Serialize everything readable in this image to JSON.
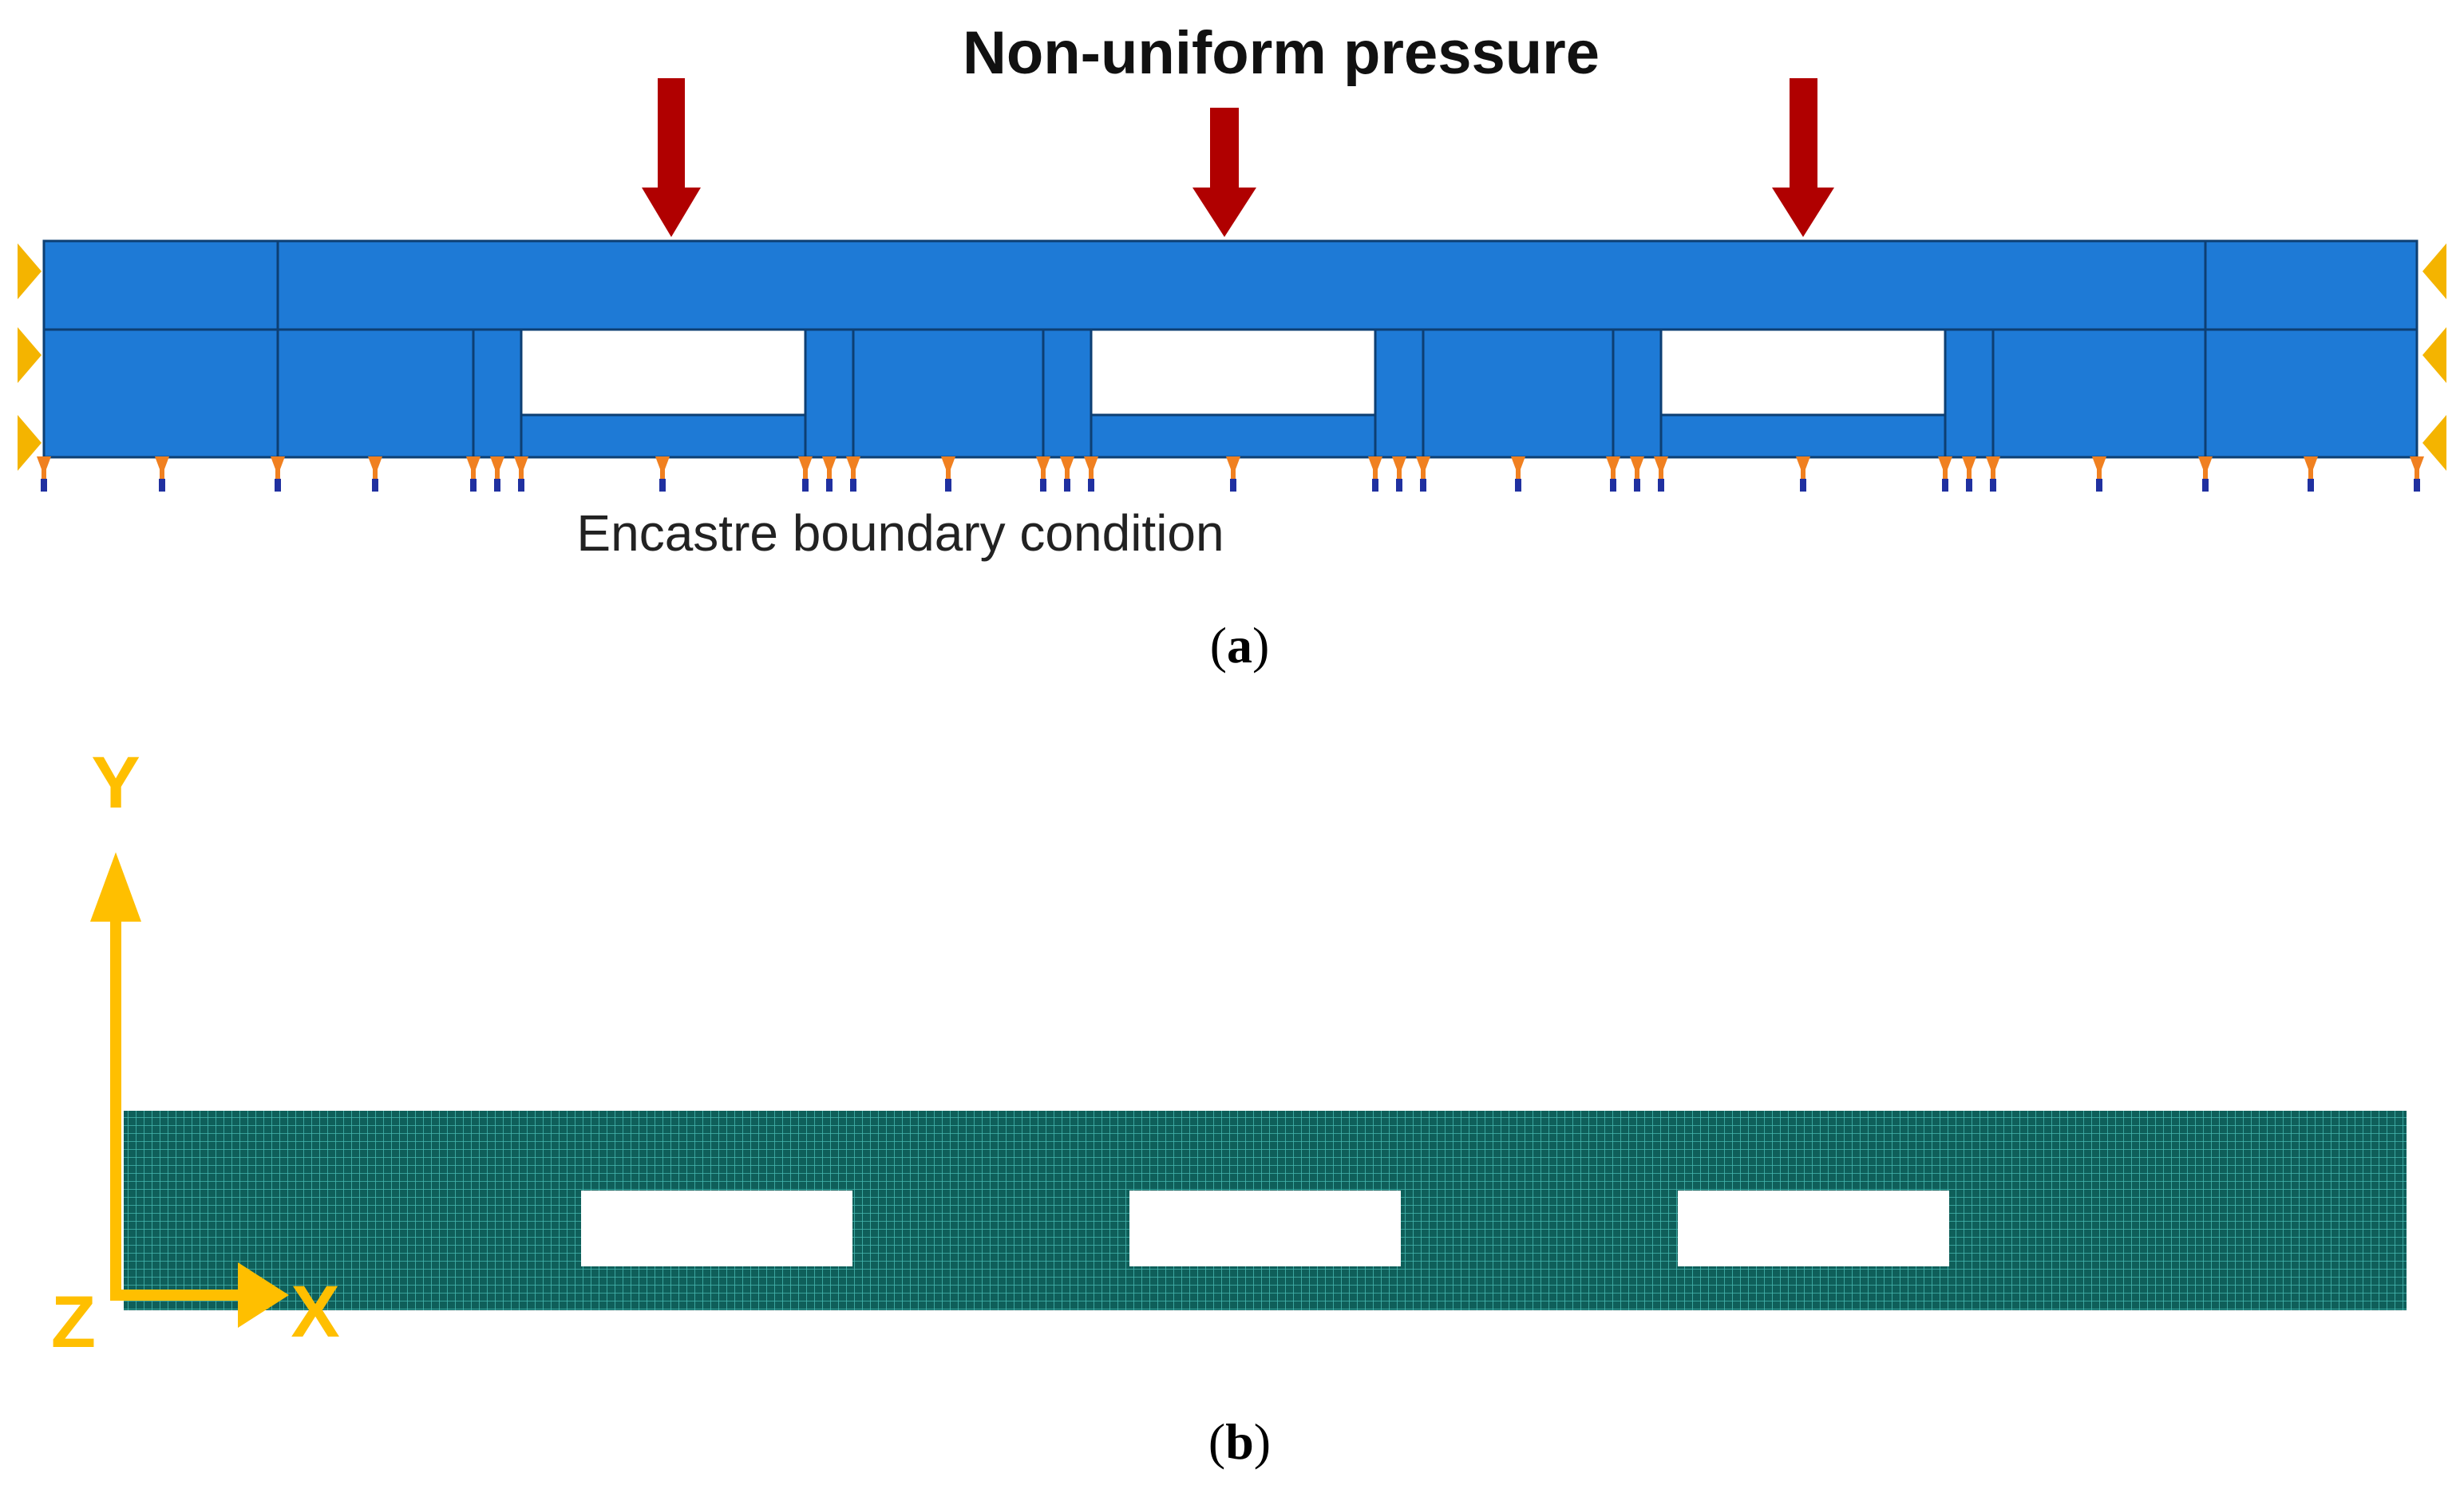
{
  "panel_a": {
    "title": "Non-uniform pressure",
    "boundary_label": "Encastre boundary condition",
    "caption_label": "a"
  },
  "panel_b": {
    "caption_label": "b",
    "axes": {
      "y": "Y",
      "z": "Z",
      "x": "X"
    }
  },
  "colors": {
    "beam_fill": "#1e7ad6",
    "beam_line": "#0d3f73",
    "pressure_arrow": "#b00000",
    "support": "#f4b400",
    "encastre_orange": "#f08020",
    "encastre_blue": "#2030a0",
    "mesh_fill": "#0f5f5a",
    "mesh_line": "#46b7b0",
    "axis": "#ffbf00"
  }
}
